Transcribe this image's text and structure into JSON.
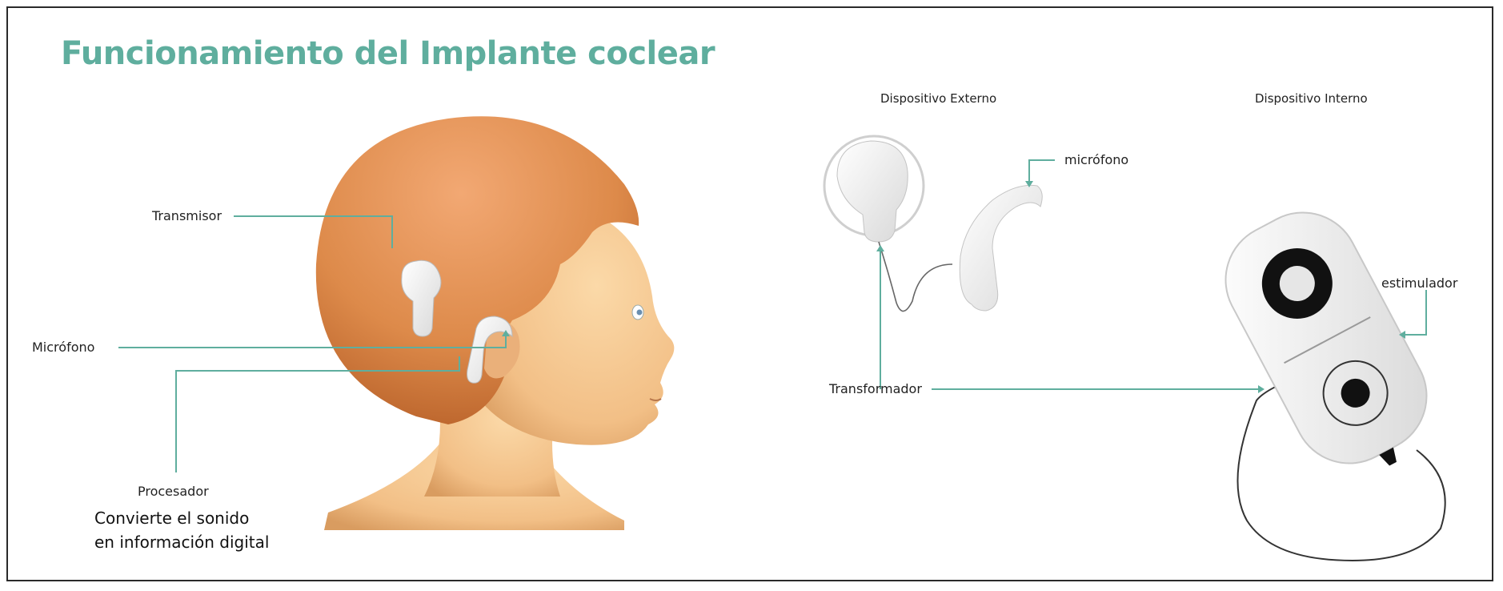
{
  "title": "Funcionamiento del Implante coclear",
  "left_labels": {
    "transmisor": "Transmisor",
    "microfono": "Micrófono",
    "procesador": "Procesador",
    "procesador_desc_line1": "Convierte el sonido",
    "procesador_desc_line2": "en información digital"
  },
  "right_labels": {
    "dispositivo_externo": "Dispositivo Externo",
    "dispositivo_interno": "Dispositivo Interno",
    "microfono": "micrófono",
    "estimulador": "estimulador",
    "transformador": "Transformador"
  },
  "colors": {
    "accent": "#5fae9e",
    "skin": "#f3c08a",
    "hair": "#d9803e",
    "device": "#f2f2f2"
  }
}
